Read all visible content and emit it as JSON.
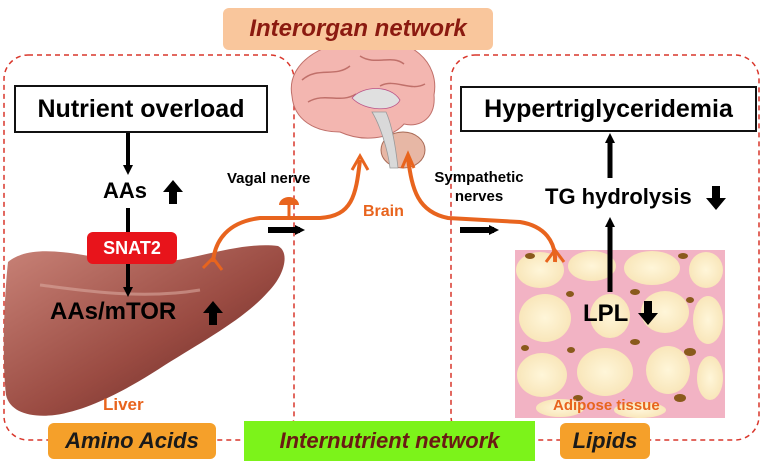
{
  "title": "Interorgan network",
  "left_panel": {
    "box_label": "Nutrient overload",
    "aas": "AAs",
    "transporter": "SNAT2",
    "aas_mtor": "AAs/mTOR",
    "organ": "Liver",
    "category": "Amino Acids"
  },
  "center": {
    "vagal": "Vagal nerve",
    "brain": "Brain",
    "sympathetic_line1": "Sympathetic",
    "sympathetic_line2": "nerves",
    "bottom_banner": "Internutrient network"
  },
  "right_panel": {
    "box_label": "Hypertriglyceridemia",
    "tg": "TG hydrolysis",
    "lpl": "LPL",
    "organ": "Adipose tissue",
    "category": "Lipids"
  },
  "colors": {
    "accent_orange": "#e8641e",
    "title_banner": "#f9c69c",
    "title_text": "#8b1a10",
    "bottom_banner": "#7cf31a",
    "category_tag": "#f5a02a",
    "snat2": "#e8141b",
    "panel_border": "#d9372c"
  },
  "icons": [
    "up-arrow-icon",
    "down-arrow-icon",
    "brain-illustration",
    "liver-illustration",
    "adipose-tissue-illustration"
  ]
}
